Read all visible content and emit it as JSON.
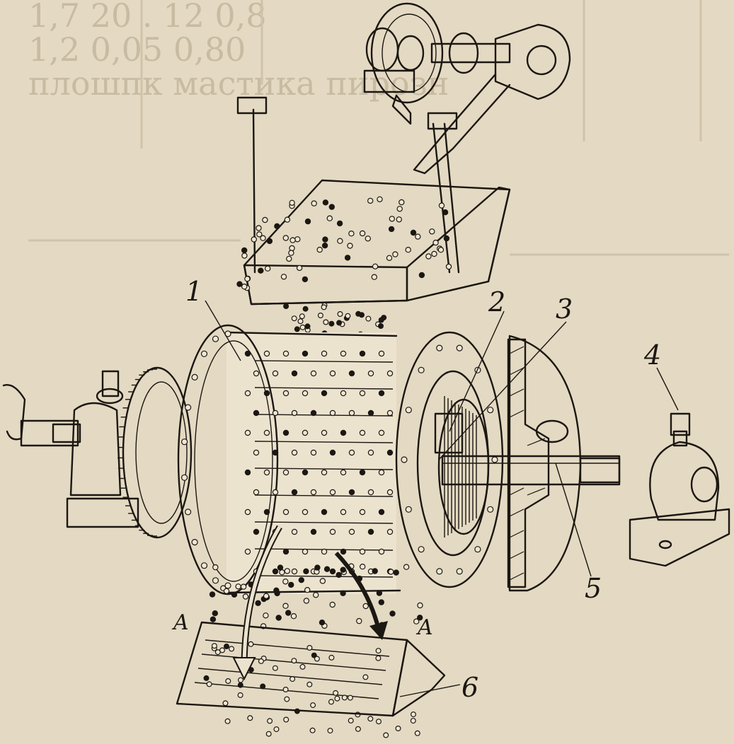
{
  "figure": {
    "bleed_text": [
      "1,7  20 . 12  0,8",
      "1,2  0,05  0,80",
      "плошпк  мастика  пирозн"
    ]
  },
  "labels": {
    "l1": "1",
    "l2": "2",
    "l3": "3",
    "l4": "4",
    "l5": "5",
    "l6": "6",
    "sectionA_left": "A",
    "sectionA_right": "A"
  },
  "colors": {
    "paper": "#e4d9c2",
    "ink": "#1b1712",
    "bleed": "#c5b89f"
  }
}
